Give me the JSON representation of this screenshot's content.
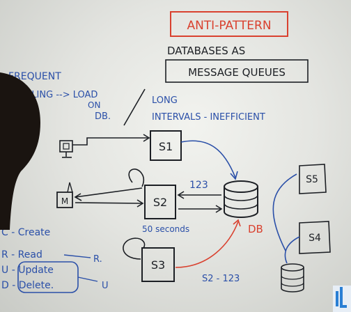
{
  "board": {
    "title": "ANTI-PATTERN",
    "subtitle_line1": "DATABASES AS",
    "subtitle_line2": "MESSAGE QUEUES",
    "frequent": "FREQUENT",
    "polling": "POLLING --> LOAD",
    "on_line": "ON",
    "db_line": "DB.",
    "long_line": "LONG",
    "intervals": "INTERVALS - INEFFICIENT",
    "s1": "S1",
    "s2": "S2",
    "s3": "S3",
    "s4": "S4",
    "s5": "S5",
    "m": "M",
    "num_123": "123",
    "fifty_seconds": "50 seconds",
    "db_label": "DB",
    "s2_123": "S2 - 123",
    "crud_c": "C - Create",
    "crud_r": "R - Read",
    "crud_u": "U - Update",
    "crud_d": "D - Delete.",
    "r_label": "R.",
    "u_label": "U"
  },
  "colors": {
    "marker_black": "#1c1f24",
    "marker_blue": "#2a4fa8",
    "marker_red": "#d9412f"
  }
}
